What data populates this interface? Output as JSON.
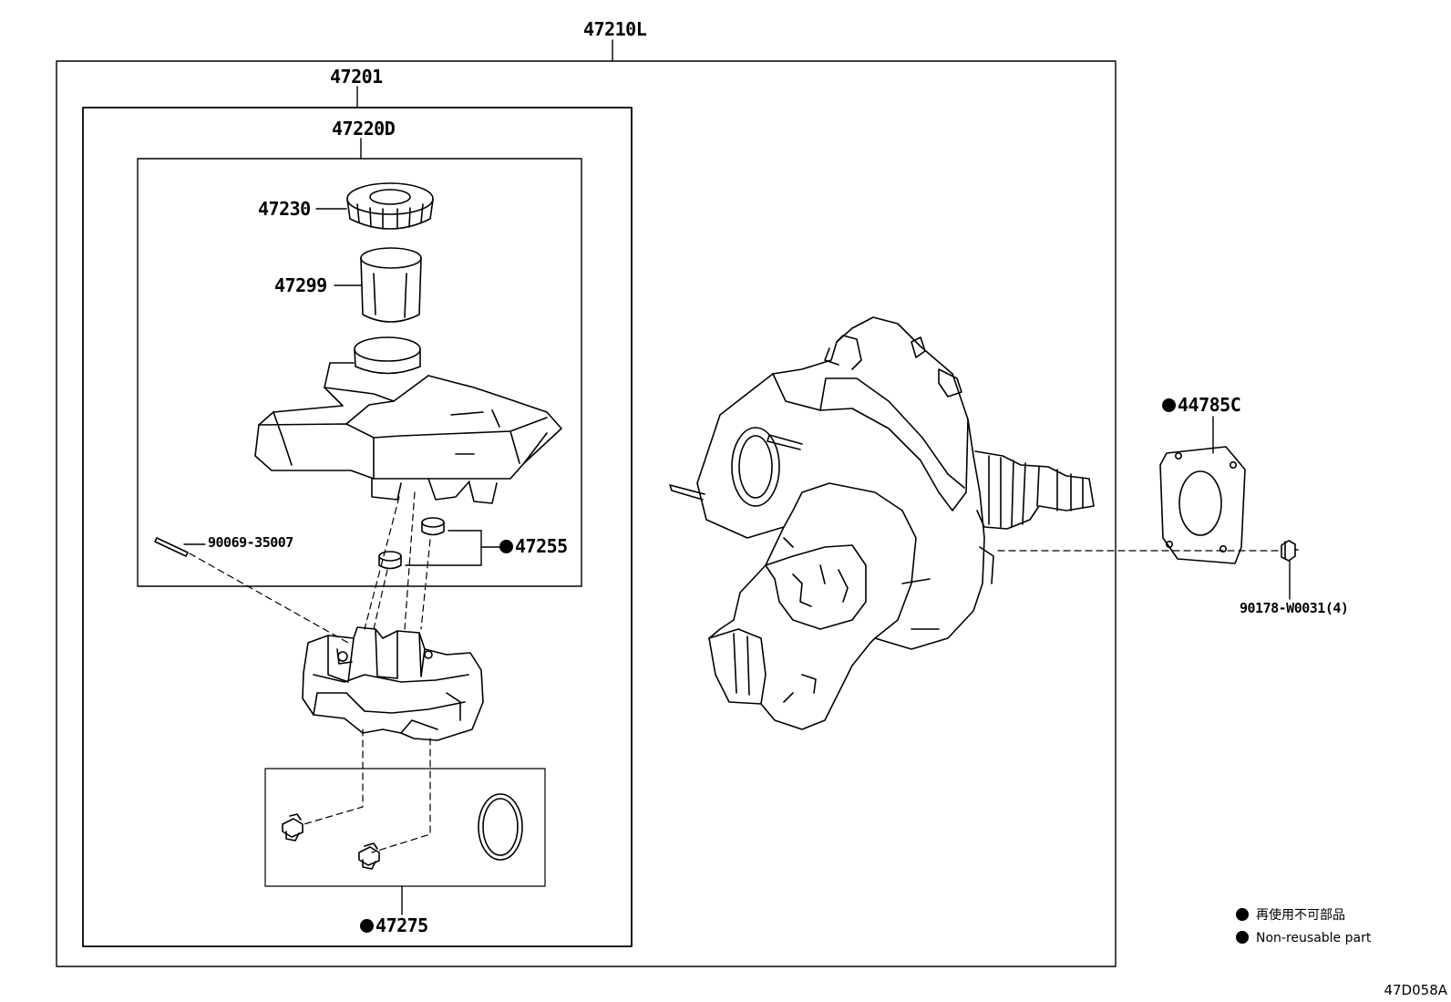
{
  "labels": {
    "assembly_47210L": "47210L",
    "master_cyl_47201": "47201",
    "reservoir_47220D": "47220D",
    "cap_47230": "47230",
    "strainer_47299": "47299",
    "pin_90069": "90069-35007",
    "grommet_47255": "47255",
    "seal_kit_47275": "47275",
    "gasket_44785C": "44785C",
    "nut_90178": "90178-W0031(4)"
  },
  "legend": {
    "jp": "再使用不可部品",
    "en": "Non-reusable part"
  },
  "diagram_code": "47D058A"
}
